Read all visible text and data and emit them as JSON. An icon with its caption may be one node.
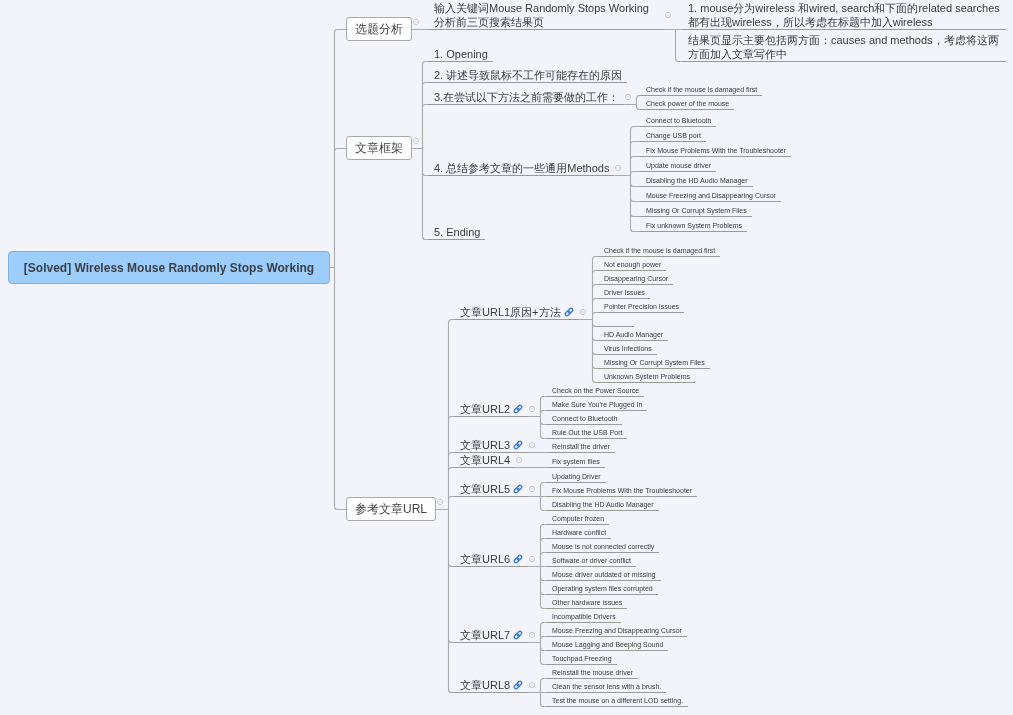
{
  "diagram": {
    "nodes": [
      {
        "text": [
          "[Solved] Wireless Mouse Randomly Stops Working"
        ]
      },
      {
        "text": [
          "选题分析"
        ]
      },
      {
        "text": [
          "输入关键词Mouse Randomly Stops Working分析前三页搜索结果页"
        ]
      },
      {
        "text": [
          "1. mouse分为wireless 和wired, search和下面的related searches 都有出现wireless，所以考虑在标题中加入wireless"
        ]
      },
      {
        "text": [
          "结果页显示主要包括两方面：causes and methods，考虑将这两方面加入文章写作中"
        ]
      },
      {
        "text": [
          "文章框架"
        ]
      },
      {
        "text": [
          "1. Opening"
        ]
      },
      {
        "text": [
          "2. 讲述导致鼠标不工作可能存在的原因"
        ]
      },
      {
        "text": [
          "3.在尝试以下方法之前需要做的工作："
        ]
      },
      {
        "text": [
          "Check if the mouse is damaged first"
        ]
      },
      {
        "text": [
          "Check power of the mouse"
        ]
      },
      {
        "text": [
          "4. 总结参考文章的一些通用Methods"
        ]
      },
      {
        "text": [
          "Connect to Bluetooth"
        ]
      },
      {
        "text": [
          "Change USB port"
        ]
      },
      {
        "text": [
          "Fix Mouse Problems With the Troubleshooter"
        ]
      },
      {
        "text": [
          "Update mouse driver"
        ]
      },
      {
        "text": [
          "Disabling the HD Audio Manager"
        ]
      },
      {
        "text": [
          "Mouse Freezing and Disappearing Cursor"
        ]
      },
      {
        "text": [
          "Missing Or Corrupt System Files"
        ]
      },
      {
        "text": [
          "Fix unknown System Problems"
        ]
      },
      {
        "text": [
          "5. Ending"
        ]
      },
      {
        "text": [
          "参考文章URL"
        ]
      },
      {
        "text": [
          "文章URL1原因+方法"
        ]
      },
      {
        "text": [
          "Check if the mouse is damaged first"
        ]
      },
      {
        "text": [
          "Not enough power"
        ]
      },
      {
        "text": [
          "Disappearing Cursor"
        ]
      },
      {
        "text": [
          "Driver Issues"
        ]
      },
      {
        "text": [
          "Pointer Precision Issues"
        ]
      },
      {
        "text": [],
        "shape": "line"
      },
      {
        "text": [
          "HD Audio Manager"
        ]
      },
      {
        "text": [
          "Virus Infections"
        ]
      },
      {
        "text": [
          "Missing Or Corrupt System Files"
        ]
      },
      {
        "text": [
          "Unknown System Problems"
        ]
      },
      {
        "text": [
          "文章URL2"
        ]
      },
      {
        "text": [
          "Check on the Power Source"
        ]
      },
      {
        "text": [
          "Make Sure You're Plugged In"
        ]
      },
      {
        "text": [
          "Connect to Bluetooth"
        ]
      },
      {
        "text": [
          "Rule Out the USB Port"
        ]
      },
      {
        "text": [
          "文章URL3"
        ]
      },
      {
        "text": [
          "Reinstall the driver"
        ]
      },
      {
        "text": [
          "文章URL4"
        ]
      },
      {
        "text": [
          "Fix system files"
        ]
      },
      {
        "text": [
          "文章URL5"
        ]
      },
      {
        "text": [
          "Updating Driver"
        ]
      },
      {
        "text": [
          "Fix Mouse Problems With the Troubleshooter"
        ]
      },
      {
        "text": [
          "Disabling the HD Audio Manager"
        ]
      },
      {
        "text": [
          "文章URL6"
        ]
      },
      {
        "text": [
          "Computer frozen"
        ]
      },
      {
        "text": [
          "Hardware conflict"
        ]
      },
      {
        "text": [
          "Mouse is not connected correctly"
        ]
      },
      {
        "text": [
          "Software or driver conflict"
        ]
      },
      {
        "text": [
          "Mouse driver outdated or missing"
        ]
      },
      {
        "text": [
          "Operating system files corrupted"
        ]
      },
      {
        "text": [
          "Other hardware issues"
        ]
      },
      {
        "text": [
          "文章URL7"
        ]
      },
      {
        "text": [
          "Incompatible Drivers"
        ]
      },
      {
        "text": [
          "Mouse Freezing and Disappearing Cursor"
        ]
      },
      {
        "text": [
          "Mouse Lagging and Beeping Sound"
        ]
      },
      {
        "text": [
          "Touchpad Freezing"
        ]
      },
      {
        "text": [
          "文章URL8"
        ]
      },
      {
        "text": [
          "Reinstall the mouse driver"
        ]
      },
      {
        "text": [
          "Clean the sensor lens with a brush."
        ]
      },
      {
        "text": [
          "Test the mouse on a different LOD setting."
        ]
      }
    ],
    "edges": [
      {
        "from": 0,
        "to": 1,
        "arrow": "none"
      },
      {
        "from": 0,
        "to": 5,
        "arrow": "none"
      },
      {
        "from": 0,
        "to": 21,
        "arrow": "none"
      },
      {
        "from": 1,
        "to": 2,
        "arrow": "none"
      },
      {
        "from": 2,
        "to": 3,
        "arrow": "none"
      },
      {
        "from": 2,
        "to": 4,
        "arrow": "none"
      },
      {
        "from": 5,
        "to": 6,
        "arrow": "none"
      },
      {
        "from": 5,
        "to": 7,
        "arrow": "none"
      },
      {
        "from": 5,
        "to": 8,
        "arrow": "none"
      },
      {
        "from": 8,
        "to": 9,
        "arrow": "none"
      },
      {
        "from": 8,
        "to": 10,
        "arrow": "none"
      },
      {
        "from": 5,
        "to": 11,
        "arrow": "none"
      },
      {
        "from": 11,
        "to": 12,
        "arrow": "none"
      },
      {
        "from": 11,
        "to": 13,
        "arrow": "none"
      },
      {
        "from": 11,
        "to": 14,
        "arrow": "none"
      },
      {
        "from": 11,
        "to": 15,
        "arrow": "none"
      },
      {
        "from": 11,
        "to": 16,
        "arrow": "none"
      },
      {
        "from": 11,
        "to": 17,
        "arrow": "none"
      },
      {
        "from": 11,
        "to": 18,
        "arrow": "none"
      },
      {
        "from": 11,
        "to": 19,
        "arrow": "none"
      },
      {
        "from": 5,
        "to": 20,
        "arrow": "none"
      },
      {
        "from": 21,
        "to": 22,
        "arrow": "none"
      },
      {
        "from": 22,
        "to": 23,
        "arrow": "none"
      },
      {
        "from": 22,
        "to": 24,
        "arrow": "none"
      },
      {
        "from": 22,
        "to": 25,
        "arrow": "none"
      },
      {
        "from": 22,
        "to": 26,
        "arrow": "none"
      },
      {
        "from": 22,
        "to": 27,
        "arrow": "none"
      },
      {
        "from": 22,
        "to": 28,
        "arrow": "none"
      },
      {
        "from": 22,
        "to": 29,
        "arrow": "none"
      },
      {
        "from": 22,
        "to": 30,
        "arrow": "none"
      },
      {
        "from": 22,
        "to": 31,
        "arrow": "none"
      },
      {
        "from": 22,
        "to": 32,
        "arrow": "none"
      },
      {
        "from": 21,
        "to": 33,
        "arrow": "none"
      },
      {
        "from": 33,
        "to": 34,
        "arrow": "none"
      },
      {
        "from": 33,
        "to": 35,
        "arrow": "none"
      },
      {
        "from": 33,
        "to": 36,
        "arrow": "none"
      },
      {
        "from": 33,
        "to": 37,
        "arrow": "none"
      },
      {
        "from": 21,
        "to": 38,
        "arrow": "none"
      },
      {
        "from": 38,
        "to": 39,
        "arrow": "none"
      },
      {
        "from": 21,
        "to": 40,
        "arrow": "none"
      },
      {
        "from": 40,
        "to": 41,
        "arrow": "none"
      },
      {
        "from": 21,
        "to": 42,
        "arrow": "none"
      },
      {
        "from": 42,
        "to": 43,
        "arrow": "none"
      },
      {
        "from": 42,
        "to": 44,
        "arrow": "none"
      },
      {
        "from": 42,
        "to": 45,
        "arrow": "none"
      },
      {
        "from": 21,
        "to": 46,
        "arrow": "none"
      },
      {
        "from": 46,
        "to": 47,
        "arrow": "none"
      },
      {
        "from": 46,
        "to": 48,
        "arrow": "none"
      },
      {
        "from": 46,
        "to": 49,
        "arrow": "none"
      },
      {
        "from": 46,
        "to": 50,
        "arrow": "none"
      },
      {
        "from": 46,
        "to": 51,
        "arrow": "none"
      },
      {
        "from": 46,
        "to": 52,
        "arrow": "none"
      },
      {
        "from": 46,
        "to": 53,
        "arrow": "none"
      },
      {
        "from": 21,
        "to": 54,
        "arrow": "none"
      },
      {
        "from": 54,
        "to": 55,
        "arrow": "none"
      },
      {
        "from": 54,
        "to": 56,
        "arrow": "none"
      },
      {
        "from": 54,
        "to": 57,
        "arrow": "none"
      },
      {
        "from": 54,
        "to": 58,
        "arrow": "none"
      },
      {
        "from": 21,
        "to": 59,
        "arrow": "none"
      },
      {
        "from": 59,
        "to": 60,
        "arrow": "none"
      },
      {
        "from": 59,
        "to": 61,
        "arrow": "none"
      },
      {
        "from": 59,
        "to": 62,
        "arrow": "none"
      }
    ]
  }
}
